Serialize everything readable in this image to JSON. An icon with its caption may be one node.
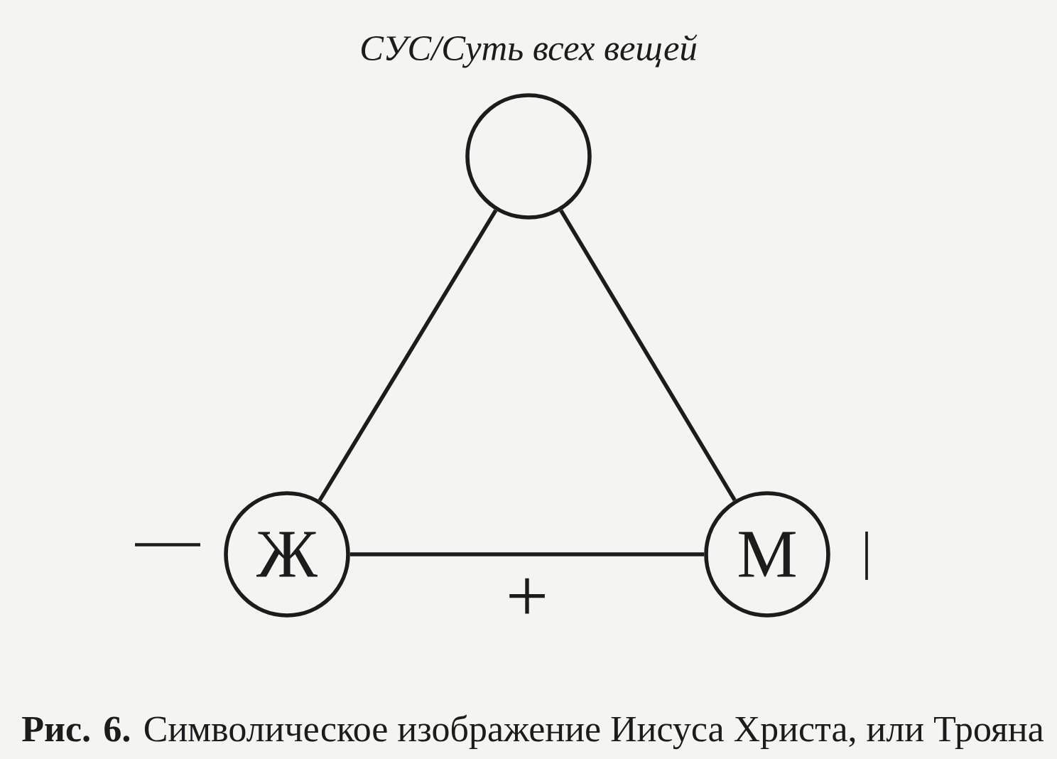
{
  "diagram": {
    "title": "СУС/Суть всех вещей",
    "caption": "**Рис. 6.** Символическое изображение Иисуса Христа, или Трояна",
    "nodes": [
      {
        "text": [],
        "shape": "circle"
      },
      {
        "text": [
          "Ж"
        ],
        "beside": [
          "—"
        ]
      },
      {
        "text": [
          "М"
        ],
        "beside": [
          "|"
        ]
      }
    ],
    "edges": [
      {
        "from": 0,
        "to": 1,
        "arrow": "none"
      },
      {
        "from": 0,
        "to": 2,
        "arrow": "none"
      },
      {
        "from": 1,
        "to": 2,
        "arrow": "none",
        "label": "+"
      }
    ]
  }
}
